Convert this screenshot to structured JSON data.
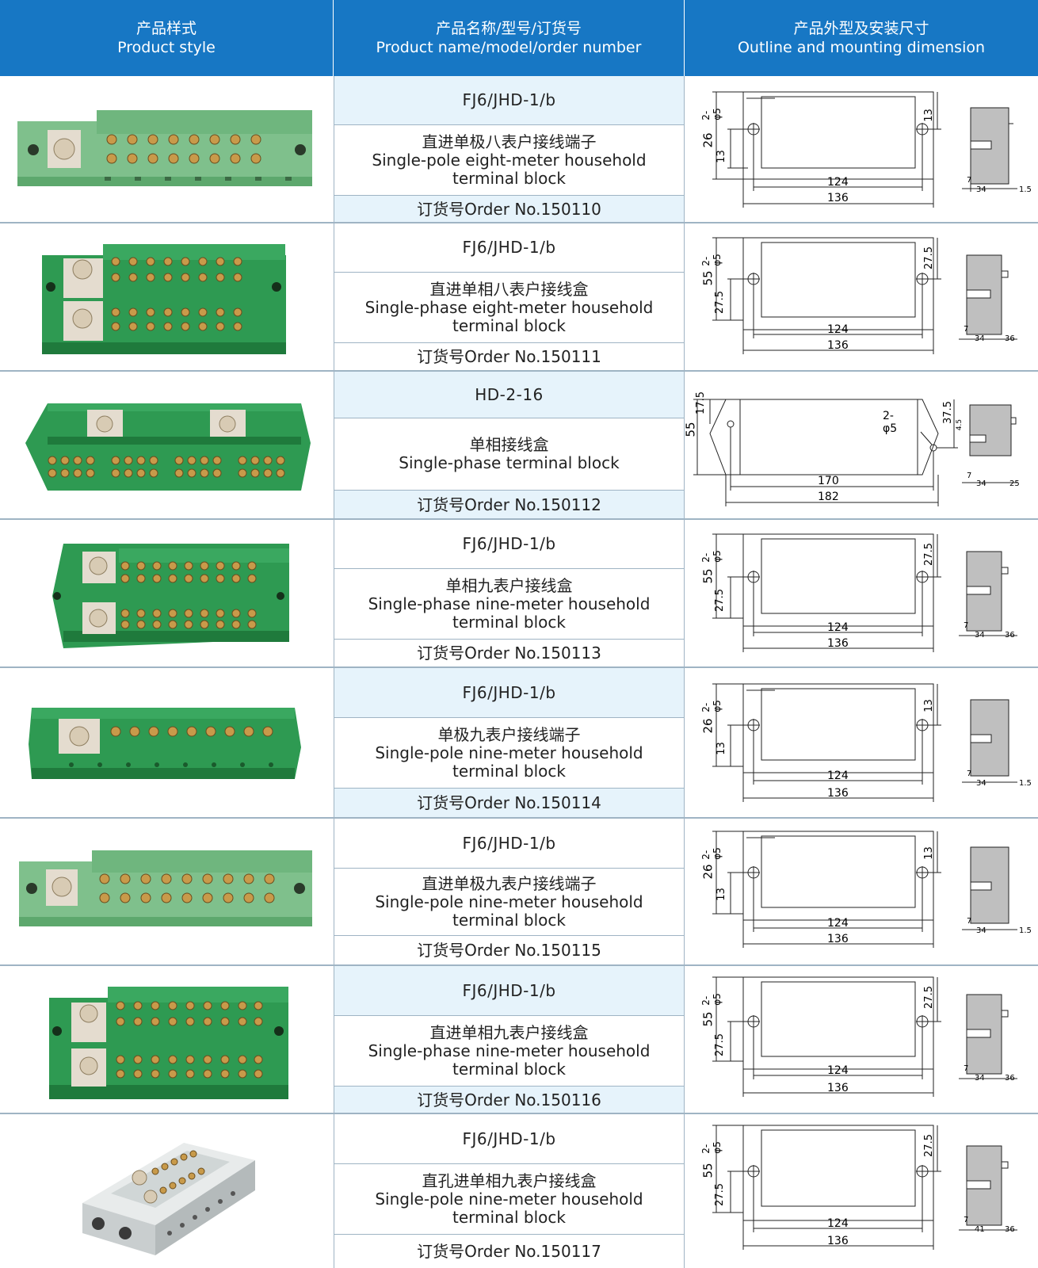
{
  "header": {
    "col1_zh": "产品样式",
    "col1_en": "Product style",
    "col2_zh": "产品名称/型号/订货号",
    "col2_en": "Product name/model/order number",
    "col3_zh": "产品外型及安装尺寸",
    "col3_en": "Outline and mounting dimension"
  },
  "colors": {
    "header_bg": "#1777c4",
    "row_shade": "#e6f3fb",
    "block_green": "#2e9a52",
    "block_grey": "#d8dcdc"
  },
  "rows": [
    {
      "model": "FJ6/JHD-1/b",
      "name_zh": "直进单极八表户接线端子",
      "name_en1": "Single-pole eight-meter household",
      "name_en2": "terminal block",
      "order": "订货号Order No.150110",
      "dim": {
        "h": "26",
        "hole": "2-φ5",
        "half_l": "13",
        "half_r": "13",
        "inner": "124",
        "outer": "136",
        "s1": "7",
        "s2": "34",
        "s3": "1.5"
      }
    },
    {
      "model": "FJ6/JHD-1/b",
      "name_zh": "直进单相八表户接线盒",
      "name_en1": "Single-phase eight-meter household",
      "name_en2": "terminal block",
      "order": "订货号Order No.150111",
      "dim": {
        "h": "55",
        "hole": "2-φ5",
        "half_l": "27.5",
        "half_r": "27.5",
        "inner": "124",
        "outer": "136",
        "s1": "7",
        "s2": "34",
        "s3": "36"
      }
    },
    {
      "model": "HD-2-16",
      "name_zh": "单相接线盒",
      "name_en1": "Single-phase terminal block",
      "name_en2": "",
      "order": "订货号Order No.150112",
      "dim": {
        "h": "55",
        "top": "17.5",
        "hole": "2-φ5",
        "half_r": "37.5",
        "inner": "170",
        "outer": "182",
        "s0": "4.5",
        "s1": "7",
        "s2": "34",
        "s3": "25"
      }
    },
    {
      "model": "FJ6/JHD-1/b",
      "name_zh": "单相九表户接线盒",
      "name_en1": "Single-phase nine-meter household",
      "name_en2": "terminal block",
      "order": "订货号Order No.150113",
      "dim": {
        "h": "55",
        "hole": "2-φ5",
        "half_l": "27.5",
        "half_r": "27.5",
        "inner": "124",
        "outer": "136",
        "s1": "7",
        "s2": "34",
        "s3": "36"
      }
    },
    {
      "model": "FJ6/JHD-1/b",
      "name_zh": "单极九表户接线端子",
      "name_en1": "Single-pole nine-meter household",
      "name_en2": "terminal block",
      "order": "订货号Order No.150114",
      "dim": {
        "h": "26",
        "hole": "2-φ5",
        "half_l": "13",
        "half_r": "13",
        "inner": "124",
        "outer": "136",
        "s1": "7",
        "s2": "34",
        "s3": "1.5"
      }
    },
    {
      "model": "FJ6/JHD-1/b",
      "name_zh": "直进单极九表户接线端子",
      "name_en1": "Single-pole nine-meter household",
      "name_en2": "terminal block",
      "order": "订货号Order No.150115",
      "dim": {
        "h": "26",
        "hole": "2-φ5",
        "half_l": "13",
        "half_r": "13",
        "inner": "124",
        "outer": "136",
        "s1": "7",
        "s2": "34",
        "s3": "1.5"
      }
    },
    {
      "model": "FJ6/JHD-1/b",
      "name_zh": "直进单相九表户接线盒",
      "name_en1": "Single-phase nine-meter household",
      "name_en2": "terminal block",
      "order": "订货号Order No.150116",
      "dim": {
        "h": "55",
        "hole": "2-φ5",
        "half_l": "27.5",
        "half_r": "27.5",
        "inner": "124",
        "outer": "136",
        "s1": "7",
        "s2": "34",
        "s3": "36"
      }
    },
    {
      "model": "FJ6/JHD-1/b",
      "name_zh": "直孔进单相九表户接线盒",
      "name_en1": "Single-pole nine-meter household",
      "name_en2": "terminal block",
      "order": "订货号Order No.150117",
      "dim": {
        "h": "55",
        "hole": "2-φ5",
        "half_l": "27.5",
        "half_r": "27.5",
        "inner": "124",
        "outer": "136",
        "s1": "7",
        "s2": "41",
        "s3": "36"
      }
    }
  ]
}
